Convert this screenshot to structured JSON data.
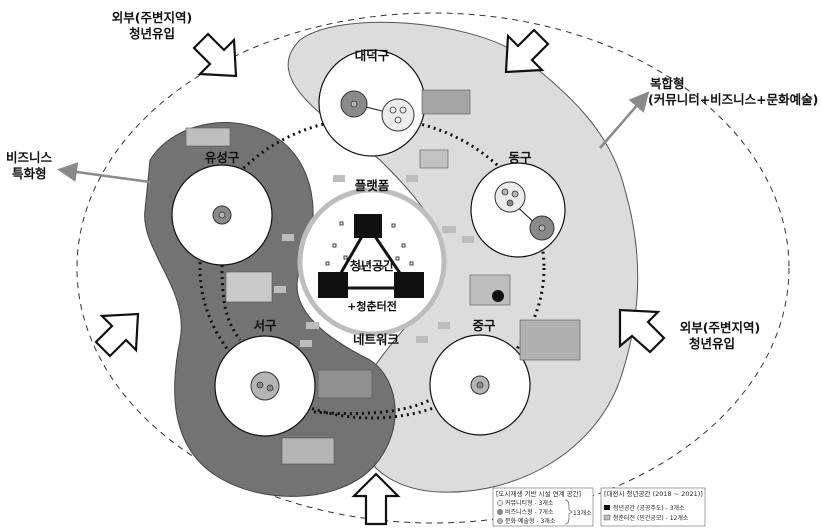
{
  "districts": {
    "daedeok": "대덕구",
    "dong": "동구",
    "yuseong": "유성구",
    "seo": "서구",
    "jung": "중구"
  },
  "center": {
    "platform": "플랫폼",
    "youth_space": "청년공간",
    "cheongchun": "+청춘터전",
    "network": "네트워크"
  },
  "external": {
    "top_left_line1": "외부(주변지역)",
    "top_left_line2": "청년유입",
    "right_line1": "외부(주변지역)",
    "right_line2": "청년유입"
  },
  "types": {
    "complex_line1": "복합형",
    "complex_line2": "(커뮤니티+비즈니스+문화예술)",
    "business_line1": "비즈니스",
    "business_line2": "특화형"
  },
  "legend_left": {
    "title": "[도시재생 기반 시설 연계 공간]",
    "items": [
      "커뮤니티형 - 3개소",
      "비즈니스형 - 7개소",
      "문화·예술형 - 3개소"
    ],
    "total": "13개소"
  },
  "legend_right": {
    "title": "[대전시 청년공간 (2018 ~ 2021)]",
    "items": [
      "청년공간 (공공주도) - 3개소",
      "청춘터전 (민간공모) - 12개소"
    ]
  },
  "colors": {
    "dark_region": "#737373",
    "light_region": "#dcdcdc",
    "community": "#ececec",
    "business": "#8a8a8a",
    "culture": "#b5b5b5",
    "youth_space": "#111111",
    "cheongchun": "#bdbdbd"
  }
}
